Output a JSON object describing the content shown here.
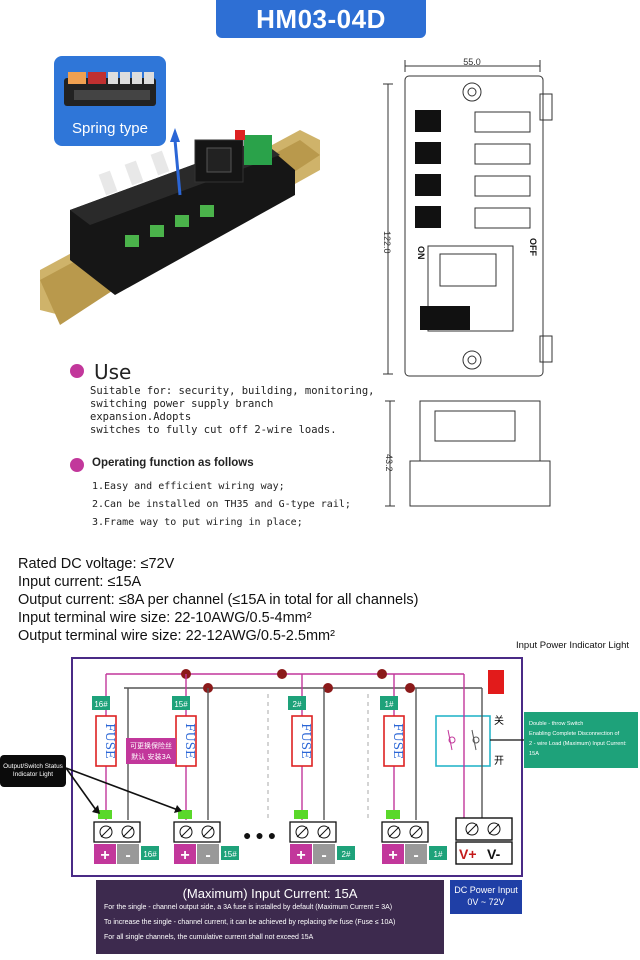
{
  "header": {
    "model": "HM03-04D"
  },
  "product_card": {
    "spring_label": "Spring type"
  },
  "drawing": {
    "width_dim": "55.0",
    "height_dim": "122.0",
    "depth_dim": "43.2",
    "on_label": "ON",
    "off_label": "OFF"
  },
  "use": {
    "heading": "Use",
    "lines": [
      "Suitable for: security, building, monitoring,",
      "switching power supply branch expansion.Adopts",
      "switches to fully cut off 2-wire loads."
    ]
  },
  "operating": {
    "heading": "Operating function as follows",
    "items": [
      "1.Easy and efficient wiring way;",
      "2.Can be installed on TH35 and G-type rail;",
      "3.Frame way to put wiring in place;"
    ]
  },
  "specs": [
    "Rated DC voltage: ≤72V",
    "Input current: ≤15A",
    "Output current: ≤8A per channel (≤15A in total for all channels)",
    "Input terminal wire size: 22-10AWG/0.5-4mm²",
    "Output terminal wire size: 22-12AWG/0.5-2.5mm²"
  ],
  "wiring": {
    "input_indicator_label": "Input Power Indicator Light",
    "output_indicator_label": [
      "Output/Switch Status",
      "Indicator Light"
    ],
    "channels": [
      {
        "top": "16#",
        "bottom": "16#"
      },
      {
        "top": "15#",
        "bottom": "15#"
      },
      {
        "top": "2#",
        "bottom": "2#"
      },
      {
        "top": "1#",
        "bottom": "1#"
      }
    ],
    "fuse_label": "FUSE",
    "fuse_note": [
      "可更换保险丝",
      "默认 安装3A"
    ],
    "switch_on": "关",
    "switch_off": "开",
    "plus": "+",
    "minus": "-",
    "vplus": "V+",
    "vminus": "V-",
    "ellipsis": "● ● ●",
    "double_throw": [
      "Double - throw Switch",
      "Enabling Complete Disconnection of",
      "2 - wire Load (Maximum) Input Current: 15A"
    ],
    "dc_power": [
      "DC Power Input",
      "0V ~ 72V"
    ]
  },
  "bottom_note": {
    "title": "(Maximum) Input Current: 15A",
    "lines": [
      "For the single - channel output side, a 3A fuse is installed by default (Maximum Current = 3A)",
      "To increase the single - channel current, it can be achieved by replacing the fuse (Fuse ≤ 10A)",
      "For all single channels, the cumulative current shall not exceed 15A"
    ]
  },
  "colors": {
    "accent_blue": "#2e6fd4",
    "magenta": "#c2379b",
    "frame": "#4a2a86",
    "teal": "#1ea27a",
    "fuse_red": "#d22",
    "led_green": "#5ad82a"
  }
}
